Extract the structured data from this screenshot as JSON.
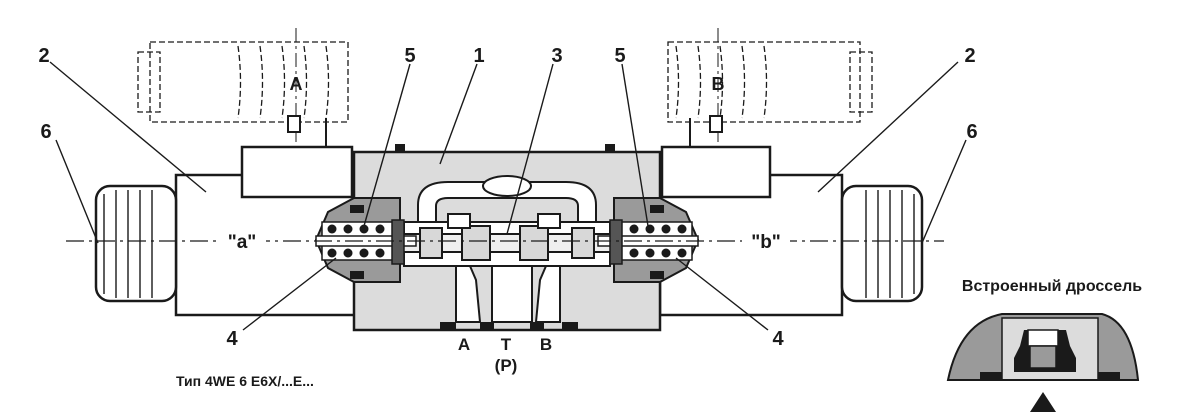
{
  "callouts": {
    "c1": "1",
    "c2_left": "2",
    "c2_right": "2",
    "c3": "3",
    "c4_left": "4",
    "c4_right": "4",
    "c5_left": "5",
    "c5_right": "5",
    "c6_left": "6",
    "c6_right": "6"
  },
  "solenoids": {
    "left": "A",
    "right": "B"
  },
  "sides": {
    "left": "\"a\"",
    "right": "\"b\""
  },
  "ports": {
    "a": "A",
    "t": "T",
    "p": "(P)",
    "b": "B"
  },
  "type_label": "Тип 4WE 6 E6X/...E...",
  "throttle": {
    "title": "Встроенный дроссель"
  },
  "colors": {
    "ink": "#1a1a1a",
    "body": "#dcdcdc",
    "section": "#9a9a9a",
    "dark": "#555555"
  }
}
